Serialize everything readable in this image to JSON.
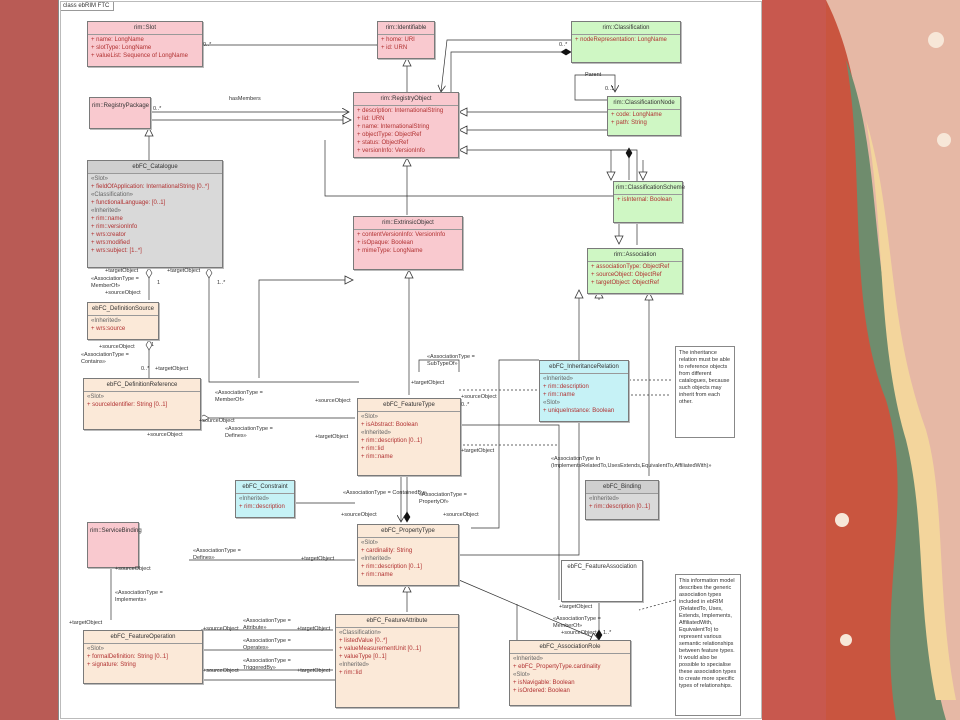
{
  "frame": {
    "title": "class ebRIM FTC"
  },
  "classes": {
    "slot": {
      "name": "rim::Slot",
      "rows": [
        "+ name: LongName",
        "+ slotType: LongName",
        "+ valueList: Sequence of LongName"
      ]
    },
    "identifiable": {
      "name": "rim::Identifiable",
      "rows": [
        "+ home: URI",
        "+ id: URN"
      ]
    },
    "classification": {
      "name": "rim::Classification",
      "rows": [
        "+ nodeRepresentation: LongName"
      ]
    },
    "registryPackage": {
      "name": "rim::RegistryPackage",
      "rows": []
    },
    "registryObject": {
      "name": "rim::RegistryObject",
      "rows": [
        "+ description: InternationalString",
        "+ lid: URN",
        "+ name: InternationalString",
        "+ objectType: ObjectRef",
        "+ status: ObjectRef",
        "+ versionInfo: VersionInfo"
      ]
    },
    "classificationNode": {
      "name": "rim::ClassificationNode",
      "rows": [
        "+ code: LongName",
        "+ path: String"
      ]
    },
    "catalogue": {
      "name": "ebFC_Catalogue",
      "sections": [
        {
          "cat": "«Slot»",
          "rows": [
            "+ fieldOfApplication: InternationalString [0..*]"
          ]
        },
        {
          "cat": "«Classification»",
          "rows": [
            "+ functionalLanguage: [0..1]"
          ]
        },
        {
          "cat": "«Inherited»",
          "rows": [
            "+ rim::name",
            "+ rim::versionInfo",
            "+ wrs:creator",
            "+ wrs:modified",
            "+ wrs:subject: [1..*]"
          ]
        }
      ]
    },
    "classificationScheme": {
      "name": "rim::ClassificationScheme",
      "rows": [
        "+ isInternal: Boolean"
      ]
    },
    "extrinsicObject": {
      "name": "rim::ExtrinsicObject",
      "rows": [
        "+ contentVersionInfo: VersionInfo",
        "+ isOpaque: Boolean",
        "+ mimeType: LongName"
      ]
    },
    "association": {
      "name": "rim::Association",
      "rows": [
        "+ associationType: ObjectRef",
        "+ sourceObject: ObjectRef",
        "+ targetObject: ObjectRef"
      ]
    },
    "definitionSource": {
      "name": "ebFC_DefinitionSource",
      "sections": [
        {
          "cat": "«Inherited»",
          "rows": [
            "+ wrs:source"
          ]
        }
      ]
    },
    "inheritanceRelation": {
      "name": "ebFC_InheritanceRelation",
      "sections": [
        {
          "cat": "«Inherited»",
          "rows": [
            "+ rim::description",
            "+ rim::name"
          ]
        },
        {
          "cat": "«Slot»",
          "rows": [
            "+ uniqueInstance: Boolean"
          ]
        }
      ]
    },
    "definitionReference": {
      "name": "ebFC_DefinitionReference",
      "sections": [
        {
          "cat": "«Slot»",
          "rows": [
            "+ sourceIdentifier: String [0..1]"
          ]
        }
      ]
    },
    "featureType": {
      "name": "ebFC_FeatureType",
      "sections": [
        {
          "cat": "«Slot»",
          "rows": [
            "+ isAbstract: Boolean"
          ]
        },
        {
          "cat": "«Inherited»",
          "rows": [
            "+ rim::description [0..1]",
            "+ rim::lid",
            "+ rim::name"
          ]
        }
      ]
    },
    "constraint": {
      "name": "ebFC_Constraint",
      "sections": [
        {
          "cat": "«Inherited»",
          "rows": [
            "+ rim::description"
          ]
        }
      ]
    },
    "binding": {
      "name": "ebFC_Binding",
      "sections": [
        {
          "cat": "«Inherited»",
          "rows": [
            "+ rim::description [0..1]"
          ]
        }
      ]
    },
    "serviceBinding": {
      "name": "rim::ServiceBinding",
      "rows": []
    },
    "propertyType": {
      "name": "ebFC_PropertyType",
      "sections": [
        {
          "cat": "«Slot»",
          "rows": [
            "+ cardinality: String"
          ]
        },
        {
          "cat": "«Inherited»",
          "rows": [
            "+ rim::description [0..1]",
            "+ rim::name"
          ]
        }
      ]
    },
    "featureAssociation": {
      "name": "ebFC_FeatureAssociation",
      "rows": []
    },
    "featureOperation": {
      "name": "ebFC_FeatureOperation",
      "sections": [
        {
          "cat": "«Slot»",
          "rows": [
            "+ formalDefinition: String [0..1]",
            "+ signature: String"
          ]
        }
      ]
    },
    "featureAttribute": {
      "name": "ebFC_FeatureAttribute",
      "sections": [
        {
          "cat": "«Classification»",
          "rows": [
            "+ listedValue [0..*]",
            "+ valueMeasurementUnit [0..1]",
            "+ valueType [0..1]"
          ]
        },
        {
          "cat": "«Inherited»",
          "rows": [
            "+ rim::lid"
          ]
        }
      ]
    },
    "associationRole": {
      "name": "ebFC_AssociationRole",
      "sections": [
        {
          "cat": "«Inherited»",
          "rows": [
            "+ ebFC_PropertyType.cardinality"
          ]
        },
        {
          "cat": "«Slot»",
          "rows": [
            "+ isNavigable: Boolean",
            "+ isOrdered: Boolean"
          ]
        }
      ]
    }
  },
  "labels": {
    "hasMembers": "hasMembers",
    "parent": "Parent",
    "m0star_a": "0..*",
    "m0star_b": "0..*",
    "m0star_c": "0..*",
    "m0star_d": "0..1",
    "m0star_e": "0..*",
    "m0star_f": "0..*",
    "targetObject1": "+targetObject",
    "assocMemberOf": "«AssociationType = MemberOf»",
    "sourceObject1": "+sourceObject",
    "targetObject2": "+targetObject",
    "one_a": "1",
    "one_b": "1",
    "one_c": "1..*",
    "contains": "«AssociationType = Contains»",
    "sourceObject2": "+sourceObject",
    "targetObject3": "+targetObject",
    "subTypeOf": "«AssociationType = SubTypeOf»",
    "targetObject4": "+targetObject",
    "sourceObject3": "+sourceObject",
    "memberOf2": "«AssociationType = MemberOf»",
    "sourceObject4": "+sourceObject",
    "defines": "«AssociationType = Defines»",
    "targetObject5": "+targetObject",
    "sourceObject5": "+sourceObject",
    "implementsEtc": "«AssociationType In (ImplementsRelatedTo,UsesExtends,EquivalentTo,AffiliatedWith)»",
    "targetObject6": "+targetObject",
    "containedBy": "«AssociationType = ContainedBy»",
    "propertyOf": "«AssociationType = PropertyOf»",
    "sourceObject6": "+sourceObject",
    "sourceObject7": "+sourceObject",
    "defines2": "«AssociationType = Defines»",
    "targetObject7": "+targetObject",
    "sourceObject8": "+sourceObject",
    "implements": "«AssociationType = Implements»",
    "targetObject8": "+targetObject",
    "attribute": "«AssociationType = Attribute»",
    "sourceObject9": "+sourceObject",
    "targetObject9": "+targetObject",
    "operates": "«AssociationType = Operates»",
    "triggeredBy": "«AssociationType = TriggeredBy»",
    "sourceObject10": "+sourceObject",
    "targetObject10": "+targetObject",
    "targetObject11": "+targetObject",
    "memberOf3": "«AssociationType = MemberOf»",
    "sourceObject11": "+sourceObject",
    "oneStar": "1..*"
  },
  "notes": {
    "inheritance": "The inheritance relation must be able to reference objects from different catalogues, because such objects may inherit from each other.",
    "association": "This information model describes the generic association types included in ebRIM (RelatedTo, Uses, Extends, Implements, AffiliatedWith, EquivalentTo) to represent various semantic relationships between feature types. It would also be possible to specialise these association types to create more specific types of relationships."
  }
}
